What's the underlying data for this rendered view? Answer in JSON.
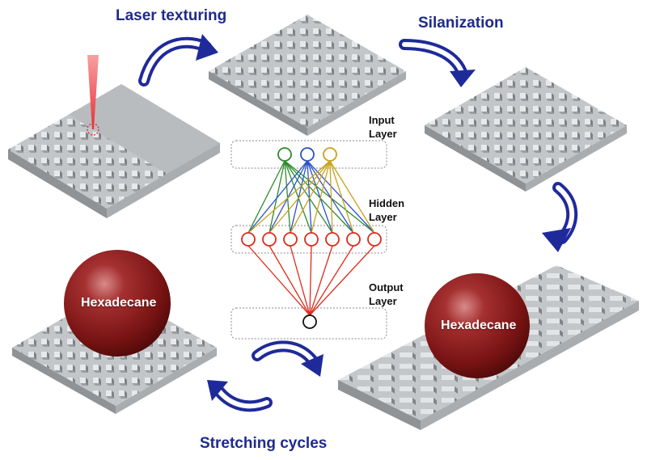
{
  "steps": {
    "laser": "Laser texturing",
    "silanization": "Silanization",
    "stretching": "Stretching cycles"
  },
  "network": {
    "input_line1": "Input",
    "input_line2": "Layer",
    "hidden_line1": "Hidden",
    "hidden_line2": "Layer",
    "output_line1": "Output",
    "output_line2": "Layer",
    "input_colors": [
      "#2e8b2e",
      "#2a52c9",
      "#c9a21a"
    ],
    "hidden_color": "#e02a1a",
    "output_color": "#111111",
    "input_nodes": 3,
    "hidden_nodes": 7,
    "output_nodes": 1
  },
  "droplets": {
    "left": "Hexadecane",
    "right": "Hexadecane"
  },
  "colors": {
    "arrow_fill": "#1f2a9a",
    "arrow_inner": "#ffffff",
    "surface_top": "#c8cbce",
    "surface_side": "#8f9396",
    "laser": "#e8303a",
    "droplet": "#7a1414"
  }
}
